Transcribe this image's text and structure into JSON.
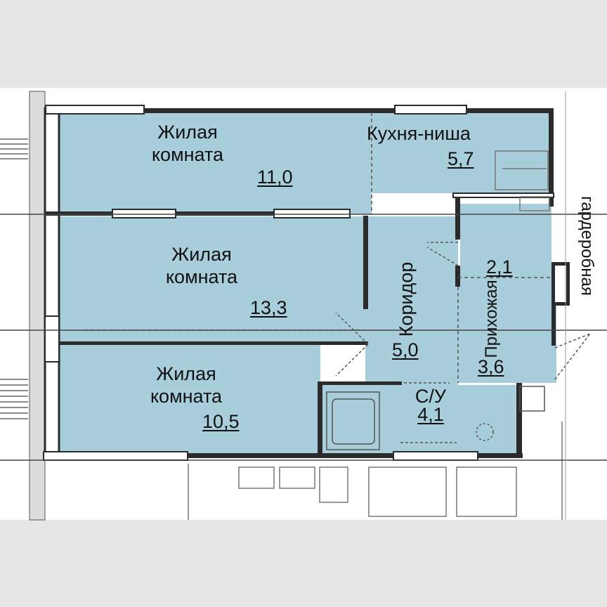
{
  "rooms": {
    "living1": {
      "name": "Жилая\nкомната",
      "area": "11,0"
    },
    "kitchen": {
      "name": "Кухня-ниша",
      "area": "5,7"
    },
    "living2": {
      "name": "Жилая\nкомната",
      "area": "13,3"
    },
    "corridor": {
      "name": "Коридор",
      "area": "5,0"
    },
    "wardrobe": {
      "name": "гардеробная",
      "area": "2,1"
    },
    "hall": {
      "name": "Прихожая",
      "area": "3,6"
    },
    "living3": {
      "name": "Жилая\nкомната",
      "area": "10,5"
    },
    "bathroom": {
      "name": "С/У",
      "area": "4,1"
    }
  },
  "colors": {
    "room_fill": "#a8cddb",
    "wall": "#2b2b2b",
    "window": "#ffffff",
    "background": "#e6e6e6",
    "outside": "#ffffff",
    "line": "#555555"
  }
}
